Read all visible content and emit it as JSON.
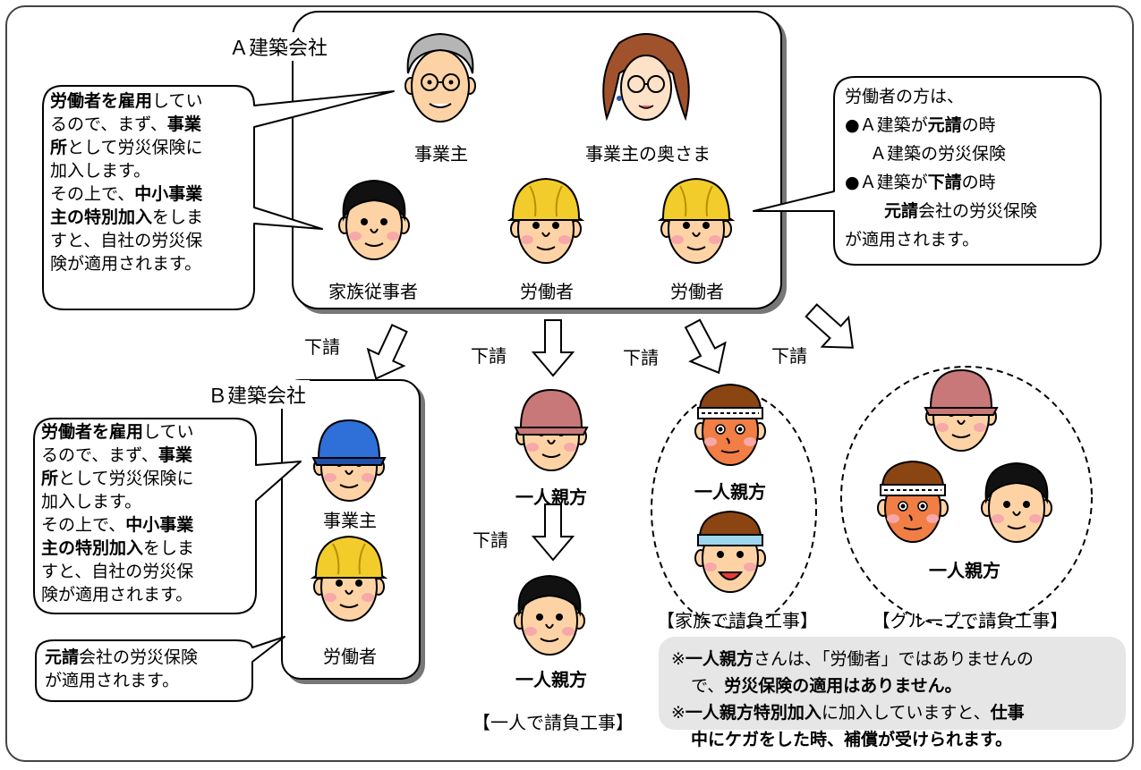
{
  "company_a": {
    "label": "Ａ建築会社",
    "owner": "事業主",
    "owner_wife": "事業主の奥さま",
    "family_worker": "家族従事者",
    "worker1": "労働者",
    "worker2": "労働者"
  },
  "company_b": {
    "label": "Ｂ建築会社",
    "owner": "事業主",
    "worker": "労働者"
  },
  "bubble_left_a": {
    "l1_b": "労働者を雇用",
    "l1": "してい",
    "l2": "るので、まず、",
    "l2_b": "事業",
    "l3_b": "所",
    "l3": "として労災保険に",
    "l4": "加入します。",
    "l5": "その上で、",
    "l5_b": "中小事業",
    "l6_b": "主の特別加入",
    "l6": "をしま",
    "l7": "すと、自社の労災保",
    "l8": "険が適用されます。"
  },
  "bubble_left_b": {
    "l1_b": "労働者を雇用",
    "l1": "してい",
    "l2": "るので、まず、",
    "l2_b": "事業",
    "l3_b": "所",
    "l3": "として労災保険に",
    "l4": "加入します。",
    "l5": "その上で、",
    "l5_b": "中小事業",
    "l6_b": "主の特別加入",
    "l6": "をしま",
    "l7": "すと、自社の労災保",
    "l8": "険が適用されます。"
  },
  "bubble_right": {
    "l1": "労働者の方は、",
    "l2_pre": "●Ａ建築が",
    "l2_b": "元請",
    "l2_post": "の時",
    "l3": "Ａ建築の労災保険",
    "l4_pre": "●Ａ建築が",
    "l4_b": "下請",
    "l4_post": "の時",
    "l5_b": "元請",
    "l5_post": "会社の労災保険",
    "l6": "が適用されます。"
  },
  "bubble_moto": {
    "l1_b": "元請",
    "l1": "会社の労災保険",
    "l2": "が適用されます。"
  },
  "subcontract_labels": [
    "下請",
    "下請",
    "下請",
    "下請",
    "下請"
  ],
  "oyakata_label": "一人親方",
  "captions": {
    "solo": "【一人で請負工事】",
    "family": "【家族で請負工事】",
    "group": "【グループで請負工事】"
  },
  "note": {
    "l1_pre": "※",
    "l1_b": "一人親方",
    "l1_post": "さんは、「労働者」ではありませんの",
    "l2_pre": "で、",
    "l2_b": "労災保険の適用はありません。",
    "l3_pre": "※",
    "l3_b": "一人親方特別加入",
    "l3_mid": "に加入していますと、",
    "l3_b2": "仕事",
    "l4_b": "中にケガをした時、補償が受けられます。"
  },
  "colors": {
    "helmet": "#f2cc2a",
    "skin": "#fdd3a6",
    "cheek": "#f7a8a8",
    "cap_pink": "#c87878",
    "cap_blue": "#2e6fd8",
    "tan_face": "#f07e45",
    "note_bg": "#e6e6e6"
  },
  "icons": [
    "elder-man-face-icon",
    "woman-face-icon",
    "young-man-face-icon",
    "helmet-worker-face-icon",
    "cap-worker-face-icon",
    "headband-worker-face-icon",
    "hollow-arrow-icon"
  ]
}
